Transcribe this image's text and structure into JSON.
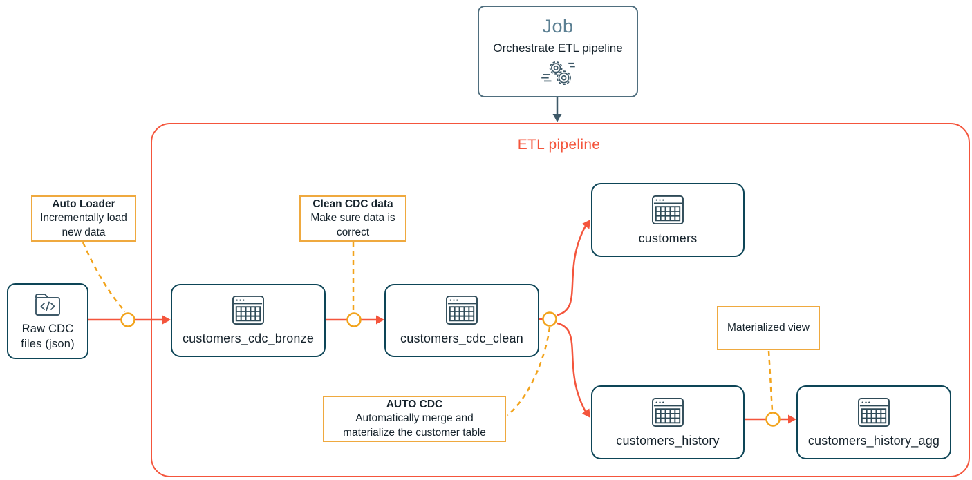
{
  "job": {
    "title": "Job",
    "subtitle": "Orchestrate ETL pipeline",
    "icon": "gears-icon"
  },
  "pipeline": {
    "title": "ETL pipeline"
  },
  "source": {
    "label": "Raw CDC files (json)",
    "icon": "folder-code-icon"
  },
  "nodes": [
    {
      "id": "customers_cdc_bronze",
      "label": "customers_cdc_bronze",
      "icon": "table-icon"
    },
    {
      "id": "customers_cdc_clean",
      "label": "customers_cdc_clean",
      "icon": "table-icon"
    },
    {
      "id": "customers",
      "label": "customers",
      "icon": "table-icon"
    },
    {
      "id": "customers_history",
      "label": "customers_history",
      "icon": "table-icon"
    },
    {
      "id": "customers_history_agg",
      "label": "customers_history_agg",
      "icon": "table-icon"
    }
  ],
  "annotations": [
    {
      "id": "auto-loader",
      "title": "Auto Loader",
      "body": "Incrementally load new data"
    },
    {
      "id": "clean-cdc-data",
      "title": "Clean CDC data",
      "body": "Make sure data is correct"
    },
    {
      "id": "auto-cdc",
      "title": "AUTO CDC",
      "body": "Automatically merge and materialize the customer table"
    },
    {
      "id": "materialized-view",
      "title": "",
      "body": "Materialized view"
    }
  ],
  "colors": {
    "flow_red": "#F4553C",
    "connector_orange": "#F2A31B",
    "annotation_border": "#EFA93F",
    "node_border": "#0D4557",
    "job_border": "#4F6E7E",
    "job_title": "#5C8093",
    "arrow_slate": "#3E5968",
    "text": "#15222B"
  }
}
